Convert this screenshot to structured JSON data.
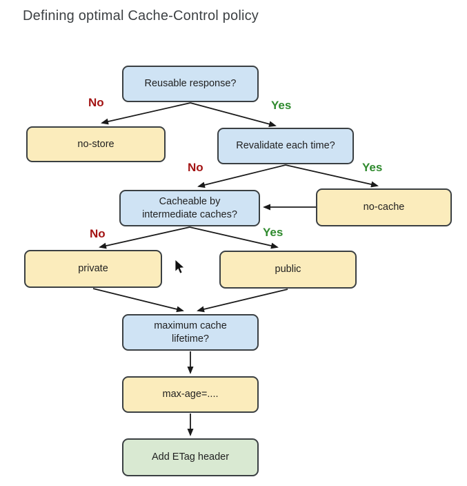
{
  "title": "Defining optimal Cache-Control policy",
  "colors": {
    "decision_fill": "#cfe3f4",
    "action_fill": "#fbecbc",
    "final_fill": "#d9e9d2",
    "node_border": "#3a3f42",
    "arrow": "#1a1a1a",
    "yes_label": "#2f8a2e",
    "no_label": "#a31414",
    "title_text": "#3c4043"
  },
  "nodes": [
    {
      "id": "reusable",
      "type": "decision",
      "label": "Reusable response?"
    },
    {
      "id": "no-store",
      "type": "action",
      "label": "no-store"
    },
    {
      "id": "revalidate",
      "type": "decision",
      "label": "Revalidate each time?"
    },
    {
      "id": "no-cache",
      "type": "action",
      "label": "no-cache"
    },
    {
      "id": "cacheable",
      "type": "decision",
      "label": "Cacheable by\nintermediate caches?"
    },
    {
      "id": "private",
      "type": "action",
      "label": "private"
    },
    {
      "id": "public",
      "type": "action",
      "label": "public"
    },
    {
      "id": "lifetime",
      "type": "decision",
      "label": "maximum cache\nlifetime?"
    },
    {
      "id": "max-age",
      "type": "action",
      "label": "max-age=...."
    },
    {
      "id": "etag",
      "type": "final",
      "label": "Add ETag header"
    }
  ],
  "edge_labels": [
    {
      "text": "No"
    },
    {
      "text": "Yes"
    },
    {
      "text": "No"
    },
    {
      "text": "Yes"
    },
    {
      "text": "No"
    },
    {
      "text": "Yes"
    }
  ],
  "edges": [
    {
      "from": "reusable",
      "to": "no-store",
      "label": "No"
    },
    {
      "from": "reusable",
      "to": "revalidate",
      "label": "Yes"
    },
    {
      "from": "revalidate",
      "to": "cacheable",
      "label": "No"
    },
    {
      "from": "revalidate",
      "to": "no-cache",
      "label": "Yes"
    },
    {
      "from": "no-cache",
      "to": "cacheable",
      "label": ""
    },
    {
      "from": "cacheable",
      "to": "private",
      "label": "No"
    },
    {
      "from": "cacheable",
      "to": "public",
      "label": "Yes"
    },
    {
      "from": "private",
      "to": "lifetime",
      "label": ""
    },
    {
      "from": "public",
      "to": "lifetime",
      "label": ""
    },
    {
      "from": "lifetime",
      "to": "max-age",
      "label": ""
    },
    {
      "from": "max-age",
      "to": "etag",
      "label": ""
    }
  ]
}
